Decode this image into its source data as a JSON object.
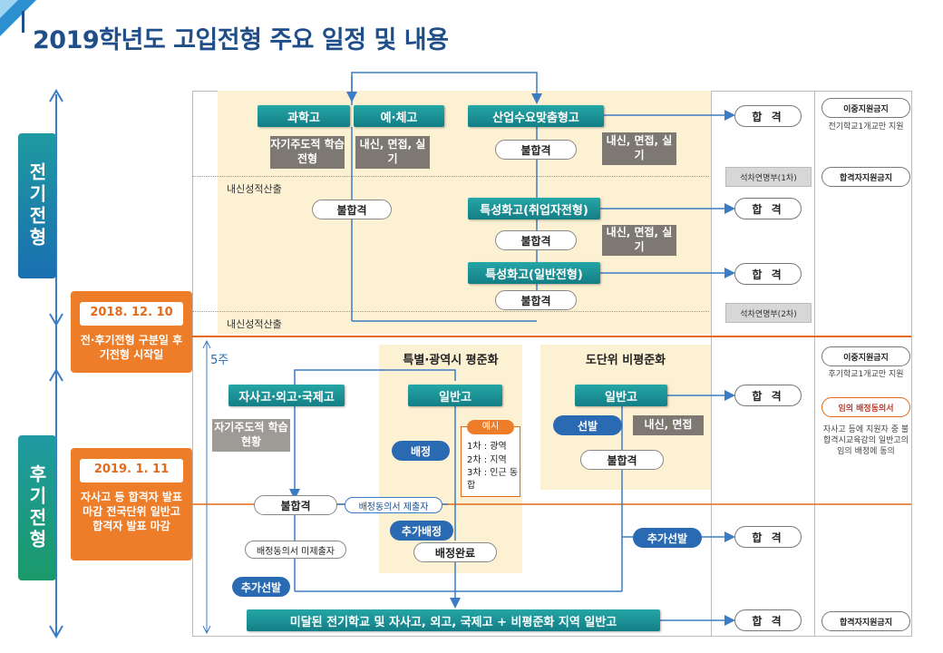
{
  "title": "2019학년도 고입전형 주요 일정 및 내용",
  "phases": {
    "early": "전기전형",
    "late": "후기전형"
  },
  "timeline": {
    "date1": "2018. 12. 10",
    "date1_desc": "전·후기전형 구분일 후기전형 시작일",
    "date2": "2019. 1. 11",
    "date2_desc": "자사고 등 합격자 발표 마감 전국단위 일반고 합격자 발표 마감",
    "weeks": "5주"
  },
  "early": {
    "science": "과학고",
    "arts": "예·체고",
    "meister": "산업수요맞춤형고",
    "self_directed": "자기주도적 학습전형",
    "interview1": "내신, 면접, 실기",
    "interview2": "내신, 면접, 실기",
    "interview3": "내신, 면접, 실기",
    "fail1": "불합격",
    "fail2": "불합격",
    "fail3": "불합격",
    "fail4": "불합격",
    "spec_employ": "특성화고(취업자전형)",
    "spec_general": "특성화고(일반전형)",
    "grade_calc1": "내신성적산출",
    "grade_calc2": "내신성적산출",
    "pass": "합 격",
    "reserve1": "석차연명부(1차)",
    "reserve2": "석차연명부(2차)"
  },
  "late": {
    "zone_equal": "특별·광역시 평준화",
    "zone_nonequal": "도단위 비평준화",
    "autonomous": "자사고·외고·국제고",
    "self_status": "자기주도적 학습현황",
    "general1": "일반고",
    "general2": "일반고",
    "example": "예시",
    "example_lines": [
      "1차 : 광역",
      "2차 : 지역",
      "3차 : 인근 동합"
    ],
    "assign": "배정",
    "select": "선발",
    "interview": "내신, 면접",
    "fail_nonequal": "불합격",
    "fail_main": "불합격",
    "consent_submit": "배정동의서 제출자",
    "extra_assign": "추가배정",
    "assign_done": "배정완료",
    "consent_not": "배정동의서 미제출자",
    "extra_select1": "추가선발",
    "extra_select2": "추가선발",
    "final": "미달된 전기학교 및 자사고, 외고, 국제고 + 비평준화 지역 일반고",
    "pass": "합 격"
  },
  "rules": {
    "dup_ban1": "이중지원금지",
    "dup_ban1_note": "전기학교1개교만 지원",
    "pass_ban": "합격자지원금지",
    "dup_ban2": "이중지원금지",
    "dup_ban2_note": "후기학교1개교만 지원",
    "consent": "임의 배정동의서",
    "consent_note": "자사고 등에 지원자 중 불합격시교육감의 일반고의임의 배정에 동의",
    "pass_ban2": "합격자지원금지"
  },
  "colors": {
    "teal": "#1a8f96",
    "orange": "#ee7d2a",
    "navy": "#1f4e89",
    "zone": "#fdf1d3",
    "blue": "#2a6ab3"
  }
}
